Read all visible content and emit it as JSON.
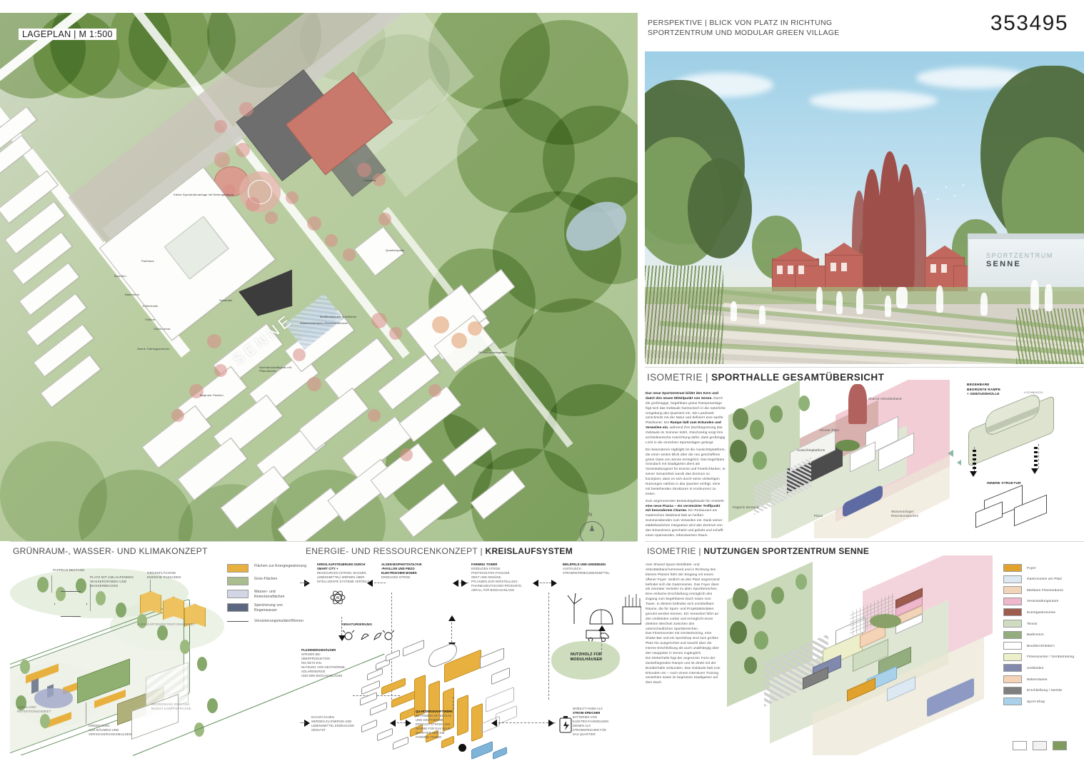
{
  "board": {
    "competition_number": "353495"
  },
  "headers": {
    "lageplan": "LAGEPLAN | M 1:500",
    "perspektive_line1": "PERSPEKTIVE | BLICK VON PLATZ IN RICHTUNG",
    "perspektive_line2": "SPORTZENTRUM UND MODULAR GREEN VILLAGE",
    "isometrie_uebersicht_light": "ISOMETRIE | ",
    "isometrie_uebersicht_bold": "SPORTHALLE GESAMTÜBERSICHT",
    "gruenraum": "GRÜNRAUM-, WASSER- UND KLIMAKONZEPT",
    "energie_light": "ENERGIE- UND RESSOURCENKONZEPT | ",
    "energie_bold": "KREISLAUFSYSTEM",
    "isometrie_nutzungen_light": "ISOMETRIE | ",
    "isometrie_nutzungen_bold": "NUTZUNGEN SPORTZENTRUM SENNE"
  },
  "lageplan": {
    "title": "LAGEPLAN | M 1:500",
    "site_word": "SENNE",
    "notes": [
      "Kleine Sportaußenanlage mit Nebengebäude",
      "Badminton",
      "Kletterhalle",
      "Spielplatz",
      "Cafeteria",
      "Parkhaus",
      "Bouldern",
      "Tribüne",
      "Gastro Areal",
      "Senne Trainingszentrum",
      "Multifunktionale Spielfläche",
      "Wasserretentions-/Rückhaltebecken",
      "Nachbarschaftsplatz mit Pflanzbeeten",
      "Beginner Pavillon",
      "Gemeinschaftsgarten",
      "Quartiersplatz"
    ],
    "north_label": "N"
  },
  "perspektive": {
    "title_line1": "PERSPEKTIVE | BLICK VON PLATZ IN RICHTUNG",
    "title_line2": "SPORTZENTRUM UND MODULAR GREEN VILLAGE",
    "sign_top": "SPORTZENTRUM",
    "sign_bottom": "SENNE"
  },
  "isometrie_uebersicht": {
    "title_light": "ISOMETRIE | ",
    "title_bold": "SPORTHALLE GESAMTÜBERSICHT",
    "body": [
      {
        "bold": "Das neue Sportzentrum bildet den Kern und damit den neuen Mittelpunkt von Senne.",
        "text": " Durch die großzügige, begehbare grüne Rampenanlage fügt sich das Gebäude harmonisch in die natürliche Umgebung des Quartiers ein. Die Landmark verschmilzt mit der Natur und definiert eine sanfte Platzkante. Die "
      },
      {
        "bold": "Rampe lädt zum Erkunden und Verweilen ein",
        "text": ", während ihre Dachbegrünung das Gebäude im Sommer kühlt. Gleichzeitig sorgt ihre architektonische Ausrichtung dafür, dass großzügig Licht in die einzelnen Sportanlagen gelangt."
      },
      {
        "bold": "",
        "text": "Ein besonderes Highlight ist die Aussichtsplattform, die einen weiten Blick über die neu geschaffene grüne Oase von Senne ermöglicht. Das begehbare Gründach mit Stadtgarten dient als Veranstaltungsort für Events und Feierlichkeiten. In seiner Gesamtheit wurde das Zentrum so konzipiert, dass es sich durch seine vielseitigen Nutzungen nahtlos in das Quartier einfügt, ohne mit bestehenden Strukturen in Konkurrenz zu treten."
      },
      {
        "bold": "Treffpunkt mit besonderem Charme.",
        "text": " Ein Restaurant am malerischen Waldrand lädt an heißen Sommerabenden zum Verweilen ein. Dank seiner städtebaulichen Integration wird das Zentrum von den Einwohnern geschätzt und geliebt und schafft einen spannenden, lebenswerten Raum."
      }
    ],
    "body_lead_in": "Zum angrenzenden Bestandsgebäude hin entsteht ",
    "body_lead_bold": "eine neue Piazza – ein versteckter ",
    "plan_labels": [
      "Shared Aktivitätsband",
      "Kleiner Platz",
      "Aussichtsplattform",
      "Plaza",
      "Wasseranlage/ Retentionsbecken",
      "Pappeln Bestand"
    ],
    "ramp_diagram": {
      "label_main": "BEGEHBARE\nBEGRÜNTE RAMPE\n+ GEBÄUDEHÜLLE",
      "label_lochblech": "LOCHBLECH",
      "label_inner": "INNERE STRUKTUR"
    }
  },
  "gruenraum": {
    "title": "GRÜNRAUM-, WASSER- UND KLIMAKONZEPT",
    "labels": [
      "PAPPELN BESTAND",
      "PLATZ MIT UMLAUFENDEN\nWASSERGRÄBEN UND\nWASSERBECKEN",
      "GROSSFLÄCHIGE\nENERGIE FASSADEN",
      "KLEINGÄRTEN/RETENTIONSGEBIET",
      "AUENLAND/\nRETENTIONSGEBIET",
      "GREEN RING\nAUS BÄUMEN UND\nVERSICKERUNGSMULDEN",
      "BEGRÜNUNG ENTLANG\nBUSCH KAMPFETRASSE"
    ]
  },
  "energie": {
    "title_light": "ENERGIE- UND RESSOURCENKONZEPT | ",
    "title_bold": "KREISLAUFSYSTEM",
    "legend": [
      {
        "color": "#e8b13f",
        "label": "Flächen zur Energiegewinnung"
      },
      {
        "color": "#a9bd8f",
        "label": "Grün-Flächen"
      },
      {
        "color": "#d2d6e4",
        "label": "Wasser- und\nRetentionsflächen"
      },
      {
        "color": "#5b6680",
        "label": "Speicherung von\nRegenwasser"
      }
    ],
    "legend_line_label": "Versickerungsmulden/Rinnen",
    "nodes": [
      {
        "title": "KREISLAUFSTEUERUNG DURCH\nSMART CITY +",
        "body": "RESSOURCEN (STROM, WASSER,\nLEBENSMITTEL) WERDEN ÜBER\nINTELLIGENTE SYSTEME VERTEILT"
      },
      {
        "title": "ALGEN-BIOPHOTOVOLTAIK\n-PAVILLON UND PIEZO\nELEKTRISCHER BODEN",
        "body": "ERZEUGEN STROM"
      },
      {
        "title": "FARMING TOWER",
        "body": "ERZEUGEN STROM\nPHOTOVOLTAIK-FASSADE\nOBST UND GEMÜSE,\nPFLANZEN ZUR HERSTELLUNG\nPHARMAZEUTISCHER PRODUKTE,\nABFALL FÜR BIOGASANLAGE"
      },
      {
        "title": "BIELEFELD UND UMGEBUNG",
        "body": "AUSTAUSCH\nSTROM/WÄRME/LEBENSMITTEL"
      },
      {
        "title": "PLUSENERGIEHÄUSER",
        "body": "SPEISEN BEI\nÜBERPRODUKTION\nINS NETZ EIN.\nNUTZUNG VON GEOTHERMIE,\nSOLARENERGIE\nUND MINI-BIOGASANLAGEN"
      },
      {
        "title": "",
        "body": "DACHFLÄCHEN\nWERDEN ZU ENERGIE UND\nLEBENSMITTEL ERZEUGUNG\nGENUTZT"
      },
      {
        "title": "QUARTIERSKRAFTWERK",
        "body": "BETRIEBEN MIT BIOGAS\nUND GEOTHERMIE\nERZEUGT STROM- UND\nWÄRME FÜR DAS NEUE\nQUARTIER UND DIE\nFARMING TOWER"
      },
      {
        "title": "STROM-SPEICHER",
        "body": "BATTERIEN VON\nELEKTRO-FAHRZEUGEN\nDIENEN ALS\nSTROMSPEICHER FÜR\nDAS QUARTIER",
        "pre": "MOBILITY-HUBS ALS"
      }
    ],
    "renaturierung": "RENATURIERUNG",
    "nutzholz": "NUTZHOLZ FÜR\nMODULHÄUSER"
  },
  "nutzungen": {
    "title_light": "ISOMETRIE | ",
    "title_bold": "NUTZUNGEN SPORTZENTRUM SENNE",
    "body": "Vom Shared Space Mobilitäts- und Aktivitätsband kommend und in Richtung des kleinen Platzes führt der Eingang mit einem offener Foyer. Seitlich an den Platz angrenzend befindet sich die Gastronomie. Das Foyer dient als zentraler Verteiler zu allen Sportbereichen.\nEine einfache Erschließung ermöglicht den Zugang zum begehbaren Dach sowie zum Tower. In diesem befinden sich unmittelbare Räume, die für Sport- und Projektaktivitäten genutzt werden können. Ein Verweilort führt an den Umkleiden vorbei und ermöglicht einen direkten Wechsel zwischen den unterschiedlichen Sportbereichen.\nDas Fitnesscenter mit Gerätetraining, eine Shake-Bar und ein Sportshop sind zum großen Platz hin ausgerichtet und sowohl über die interne Erschließung als auch unabhängig über den Haupplatz in Senne zugänglich.\nDie Kletterhalle fügt der angrenzen Form der dunkelliegenden Rampe und ist direkt mit der Boulderhalle verbunden. Das Gebäude lädt zum Erkunden ein – nach einem intensiven Training verwöhlen sowie im begrünten Stadtgarten auf dem Dach.",
    "legend": [
      {
        "color": "#e0a22c",
        "label": "Foyer"
      },
      {
        "color": "#dce8f2",
        "label": "Gastronomie am Platz"
      },
      {
        "color": "#f2d5b8",
        "label": "Mietbare Fitnessräume"
      },
      {
        "color": "#efb7cc",
        "label": "Veranstaltungsraum"
      },
      {
        "color": "#9d5c4e",
        "label": "Eventgastronomie"
      },
      {
        "color": "#cfdcc2",
        "label": "Tennis"
      },
      {
        "color": "#93ad7e",
        "label": "Badminton"
      },
      {
        "color": "#ffffff",
        "label": "Bouldern/Klettern"
      },
      {
        "color": "#ecefc9",
        "label": "Fitnesscenter / Gerätetraining"
      },
      {
        "color": "#8189ad",
        "label": "Umkleiden"
      },
      {
        "color": "#f4d3b6",
        "label": "Nebenräume"
      },
      {
        "color": "#7f7f7f",
        "label": "Erschließung / Sanitär"
      },
      {
        "color": "#a9d2ea",
        "label": "Sport-Shop"
      }
    ],
    "bottom_swatches": [
      "#ffffff",
      "#f2f2f2",
      "#7f9b5e"
    ]
  }
}
